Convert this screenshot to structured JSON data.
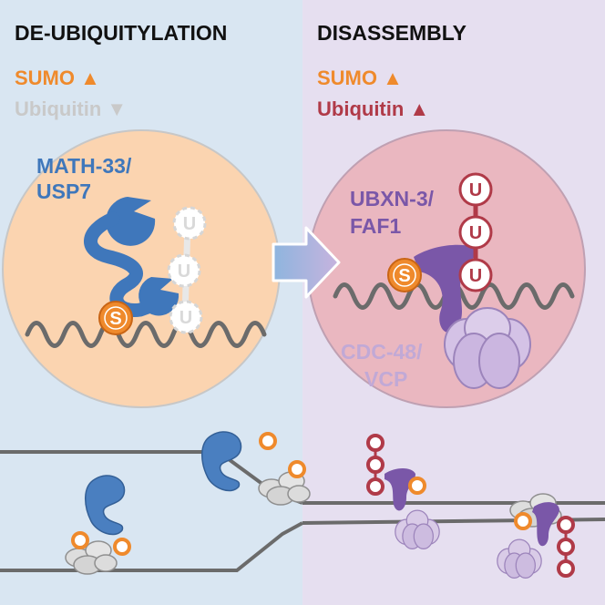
{
  "left_panel": {
    "heading": "DE-UBIQUITYLATION",
    "sumo_label": "SUMO ▲",
    "ubiquitin_label": "Ubiquitin ▼",
    "enzyme_line1": "MATH-33/",
    "enzyme_line2": "USP7"
  },
  "right_panel": {
    "heading": "DISASSEMBLY",
    "sumo_label": "SUMO ▲",
    "ubiquitin_label": "Ubiquitin ▲",
    "adaptor_line1": "UBXN-3/",
    "adaptor_line2": "FAF1",
    "segregase_line1": "CDC-48/",
    "segregase_line2": "VCP"
  },
  "marks": {
    "sumo_letter": "S",
    "ubiquitin_letter": "U"
  },
  "colors": {
    "left_bg": "#d9e6f2",
    "right_bg": "#e6dff0",
    "left_nucleus": "#fbd4b0",
    "right_nucleus": "#eab7c0",
    "sumo_orange": "#ef8a2c",
    "ubiquitin_red": "#b03a48",
    "ubiquitin_grey": "#c9c9c9",
    "usp7_blue": "#3f77bb",
    "faf1_purple": "#7a57a8",
    "vcp_lilac": "#c1a9d6",
    "dna_grey": "#6b6b6b"
  }
}
